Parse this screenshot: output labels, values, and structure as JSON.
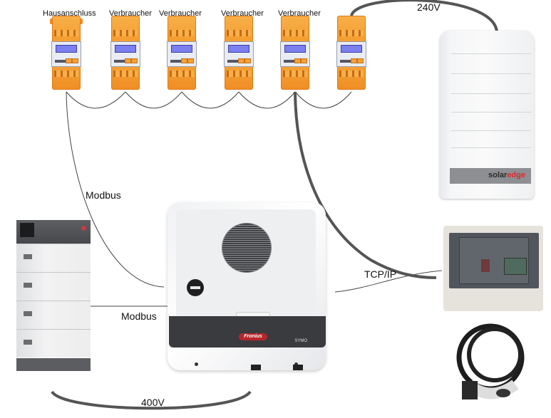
{
  "diagram": {
    "title": "",
    "meters": [
      {
        "id": "meter-1",
        "label": "Hausanschluss"
      },
      {
        "id": "meter-2",
        "label": "Verbraucher"
      },
      {
        "id": "meter-3",
        "label": "Verbraucher"
      },
      {
        "id": "meter-4",
        "label": "Verbraucher"
      },
      {
        "id": "meter-5",
        "label": "Verbraucher"
      },
      {
        "id": "meter-6",
        "label": ""
      }
    ],
    "devices": {
      "solaredge_inverter": {
        "brand_text_a": "solar",
        "brand_text_b": "edge"
      },
      "battery": {
        "name": "battery-storage"
      },
      "fronius_inverter": {
        "brand": "Fronius",
        "model": "SYMO"
      },
      "wallbox": {
        "name": "ev-wallbox"
      }
    },
    "connections": [
      {
        "from": "meter-6",
        "to": "solaredge_inverter",
        "label": "240V",
        "style": "power"
      },
      {
        "from": "meter-1",
        "to": "fronius_inverter",
        "label": "Modbus",
        "style": "data"
      },
      {
        "from": "battery",
        "to": "fronius_inverter",
        "label": "Modbus",
        "style": "data"
      },
      {
        "from": "battery",
        "to": "fronius_inverter",
        "label": "400V",
        "style": "power"
      },
      {
        "from": "fronius_inverter",
        "to": "wallbox",
        "label": "TCP/IP",
        "style": "data"
      },
      {
        "from": "meter-5",
        "to": "wallbox",
        "label": "",
        "style": "power"
      },
      {
        "from": "meters",
        "to": "meters",
        "label": "",
        "style": "data-daisy-chain"
      }
    ],
    "labels": {
      "v240": "240V",
      "modbus_top": "Modbus",
      "modbus_battery": "Modbus",
      "tcpip": "TCP/IP",
      "v400": "400V"
    },
    "colors": {
      "meter_orange": "#f39a2a",
      "power_line": "#555555",
      "data_line": "#444444",
      "fronius_red": "#b8262b",
      "solaredge_red": "#e02a2a"
    }
  }
}
